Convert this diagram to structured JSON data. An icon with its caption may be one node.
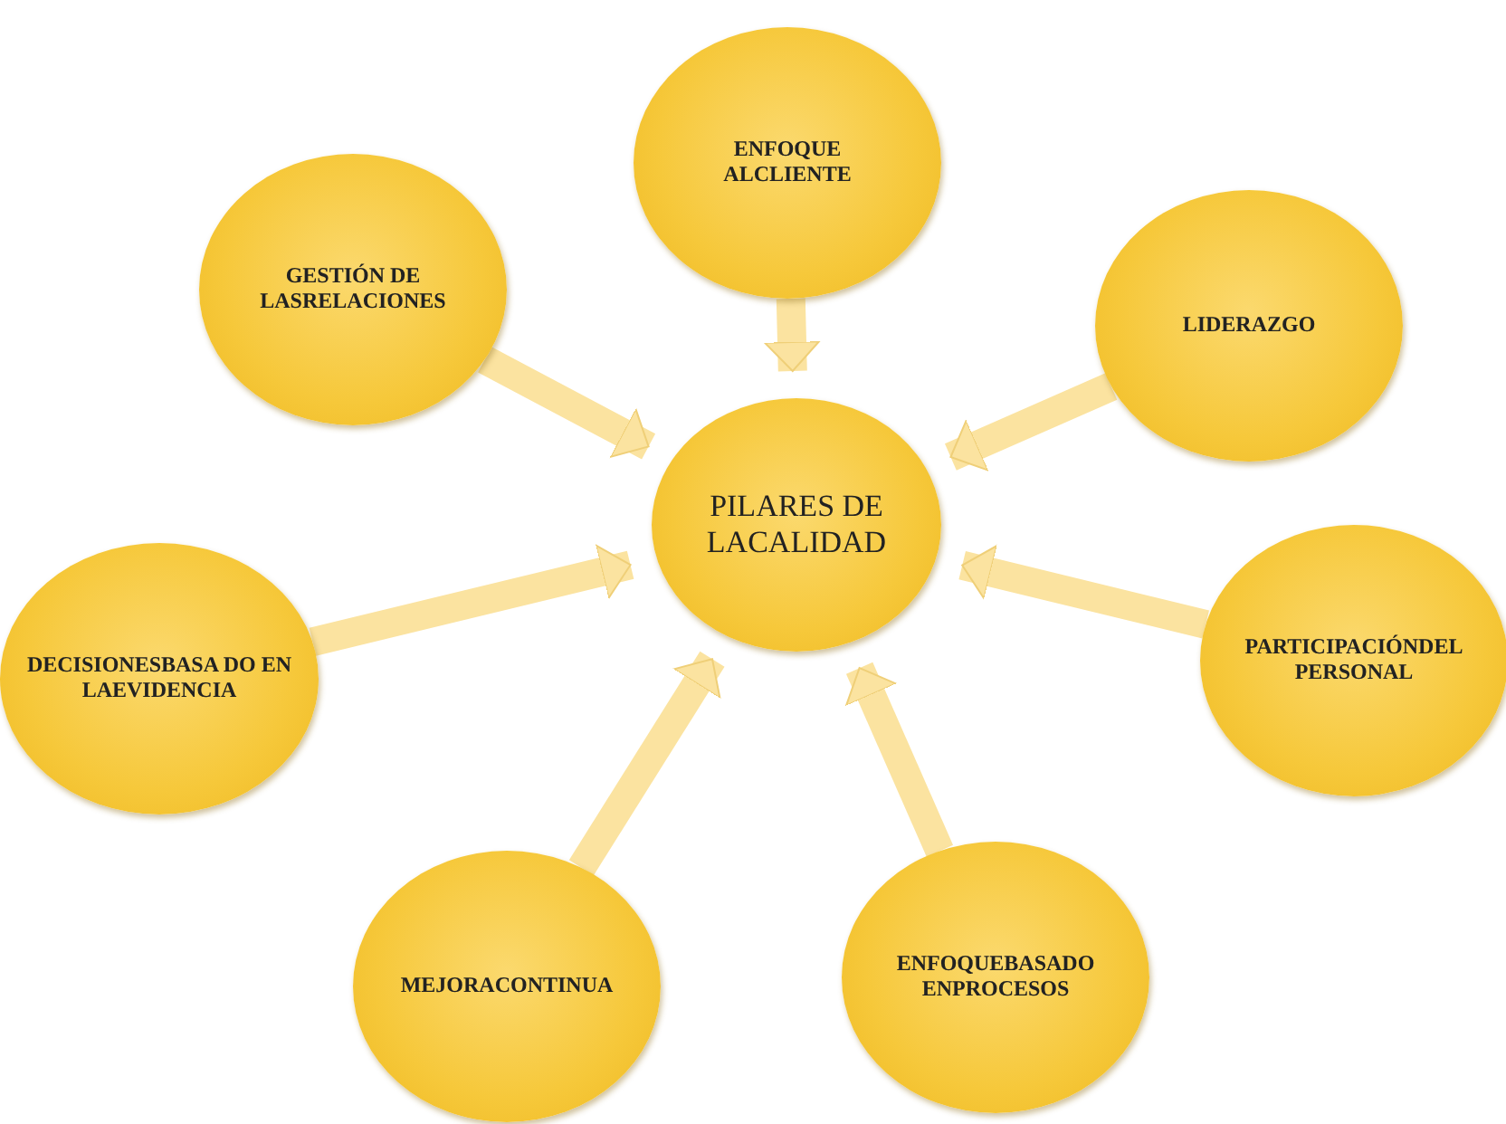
{
  "diagram": {
    "nodes": [
      {
        "text": [
          "ENFOQUE ALCLIENTE"
        ]
      },
      {
        "text": [
          "GESTIÓN DE LASRELACIONES"
        ]
      },
      {
        "text": [
          "LIDERAZGO"
        ]
      },
      {
        "text": [
          "PILARES DE LACALIDAD"
        ]
      },
      {
        "text": [
          "DECISIONESBASA DO EN LAEVIDENCIA"
        ]
      },
      {
        "text": [
          "PARTICIPACIÓNDEL PERSONAL"
        ]
      },
      {
        "text": [
          "MEJORACONTINUA"
        ]
      },
      {
        "text": [
          "ENFOQUEBASADO ENPROCESOS"
        ]
      }
    ],
    "edges": [
      {
        "from": 0,
        "to": 3,
        "arrow": "to"
      },
      {
        "from": 1,
        "to": 3,
        "arrow": "to"
      },
      {
        "from": 2,
        "to": 3,
        "arrow": "to"
      },
      {
        "from": 4,
        "to": 3,
        "arrow": "to"
      },
      {
        "from": 5,
        "to": 3,
        "arrow": "to"
      },
      {
        "from": 6,
        "to": 3,
        "arrow": "to"
      },
      {
        "from": 7,
        "to": 3,
        "arrow": "to"
      }
    ]
  }
}
